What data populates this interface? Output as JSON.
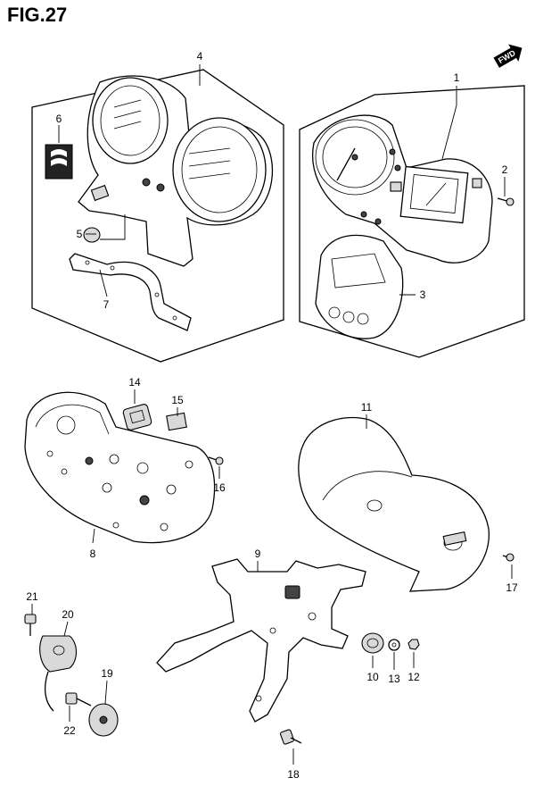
{
  "figure": {
    "title": "FIG.27",
    "fwd_label": "FWD"
  },
  "callouts": [
    "1",
    "2",
    "3",
    "4",
    "5",
    "6",
    "7",
    "8",
    "9",
    "10",
    "11",
    "12",
    "13",
    "14",
    "15",
    "16",
    "17",
    "18",
    "19",
    "20",
    "21",
    "22"
  ]
}
